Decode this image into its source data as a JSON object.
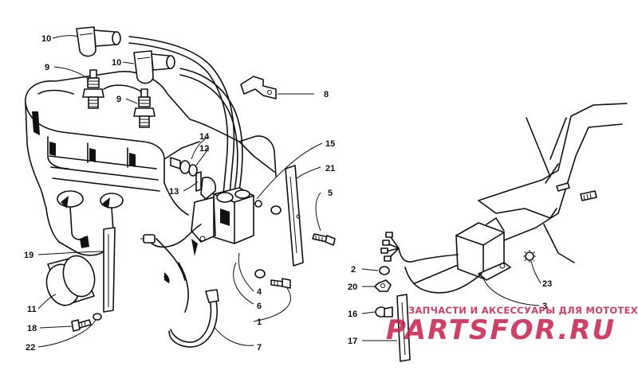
{
  "callouts": [
    {
      "num": "10",
      "to": "spark-plug-cap"
    },
    {
      "num": "10",
      "to": "spark-plug-cap"
    },
    {
      "num": "9",
      "to": "spark-plug"
    },
    {
      "num": "9",
      "to": "spark-plug"
    },
    {
      "num": "8",
      "to": "mounting-bracket"
    },
    {
      "num": "14",
      "to": "grommet"
    },
    {
      "num": "12",
      "to": "washer"
    },
    {
      "num": "13",
      "to": "screw"
    },
    {
      "num": "15",
      "to": "coil-lead"
    },
    {
      "num": "21",
      "to": "strap"
    },
    {
      "num": "5",
      "to": "cap-screw"
    },
    {
      "num": "19",
      "to": "hose-strap"
    },
    {
      "num": "11",
      "to": "boot"
    },
    {
      "num": "18",
      "to": "screw"
    },
    {
      "num": "22",
      "to": "washer"
    },
    {
      "num": "4",
      "to": "lock-washer"
    },
    {
      "num": "6",
      "to": "cap-screw"
    },
    {
      "num": "1",
      "to": "ignition-coil"
    },
    {
      "num": "7",
      "to": "cable-tie"
    },
    {
      "num": "2",
      "to": "washer"
    },
    {
      "num": "20",
      "to": "nut"
    },
    {
      "num": "16",
      "to": "grommet"
    },
    {
      "num": "17",
      "to": "strap"
    },
    {
      "num": "3",
      "to": "cdi-module"
    },
    {
      "num": "23",
      "to": "star-washer"
    }
  ],
  "watermark": {
    "caption": "ЗАПЧАСТИ И АКСЕССУАРЫ ДЛЯ МОТОТЕХНИКИ",
    "logo": "PARTSFOR.RU",
    "color": "#c71e4c"
  }
}
